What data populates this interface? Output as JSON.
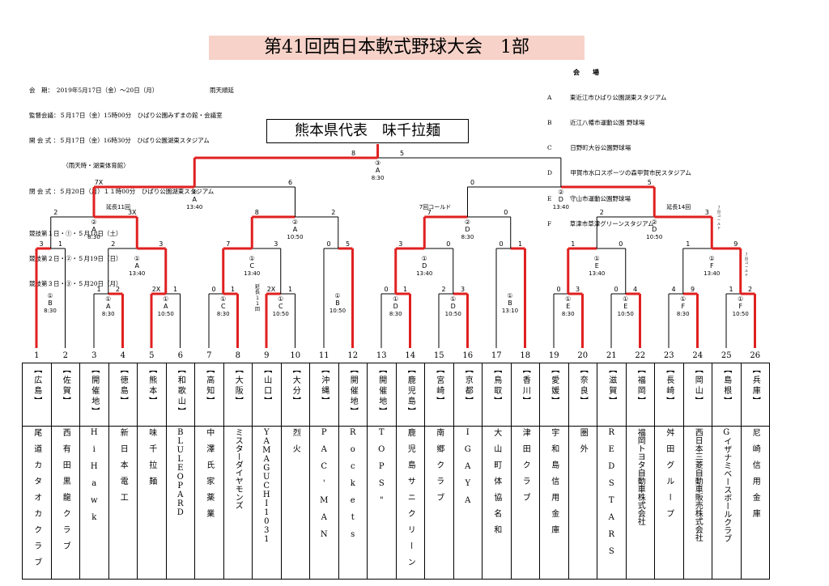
{
  "title": "第41回西日本軟式野球大会　1部",
  "info": {
    "lines": [
      "会　期：　2019年5月17日（金）～20日（月）　　　　　　　　　雨天順延",
      "監督会議：５月17日（金）15時00分　ひばり公園みずまの館・会議室",
      "開 会 式 ：５月17日（金）16時30分　ひばり公園湖東スタジアム",
      "　　　　　　（雨天時・湖東体育館）",
      "閉 会 式 ：５月20日（月）１１時00分　ひばり公園湖東スタジアム",
      "",
      "競技第１日・①・５月18日（土）",
      "競技第２日・②・５月19日（日）",
      "競技第３日・③・５月20日（月）"
    ]
  },
  "venues": {
    "header": "会　　場",
    "lines": [
      "A　　　東近江市ひばり公園湖東スタジアム",
      "B　　　近江八幡市運動公園 野球場",
      "C　　　日野町大谷公園野球場",
      "D　　　甲賀市水口スポーツの森甲賀市民スタジアム",
      "E　　　守山市運動公園野球場",
      "F　　　草津市草津グリーンスタジアム"
    ]
  },
  "champion": "熊本県代表　味千拉麺",
  "colors": {
    "winner": "#e02020",
    "line": "#000000",
    "title_bg": "#f7d2c8"
  },
  "bracket_text": {
    "final": {
      "scores": [
        "8",
        "5"
      ],
      "round": "③",
      "field": "A",
      "time": "8:30"
    },
    "sf_left": {
      "scores": [
        "7X",
        "6"
      ],
      "round": "②",
      "field": "A",
      "time": "13:40"
    },
    "sf_right": {
      "scores": [
        "0",
        "5"
      ],
      "round": "②",
      "field": "D",
      "time": "13:40"
    },
    "q1": {
      "scores": [
        "2",
        "3X"
      ],
      "note": "延長11回",
      "round": "②",
      "field": "A",
      "time": "8:30"
    },
    "q2": {
      "scores": [
        "8",
        "2"
      ],
      "round": "②",
      "field": "A",
      "time": "10:50"
    },
    "q3": {
      "scores": [
        "7",
        "0"
      ],
      "note": "7回コールド",
      "round": "②",
      "field": "D",
      "time": "8:30"
    },
    "q4": {
      "scores": [
        "2",
        "3"
      ],
      "note": "延長14回",
      "round": "②",
      "field": "D",
      "time": "10:50"
    },
    "q4_side_note": "7回コールド",
    "r2": [
      {
        "scores": [
          "3",
          "1"
        ]
      },
      {
        "scores": [
          "2",
          "3"
        ],
        "round": "①",
        "field": "A",
        "time": "13:40"
      },
      {
        "scores": [
          "7",
          "3"
        ],
        "round": "①",
        "field": "C",
        "time": "13:40"
      },
      {
        "scores": [
          "0",
          "5"
        ]
      },
      {
        "scores": [
          "3",
          "0"
        ],
        "round": "①",
        "field": "D",
        "time": "13:40"
      },
      {
        "scores": [
          "0",
          "1"
        ]
      },
      {
        "scores": [
          "1",
          "0"
        ],
        "round": "①",
        "field": "E",
        "time": "13:40"
      },
      {
        "scores": [
          "1",
          "9"
        ],
        "round": "①",
        "field": "F",
        "time": "13:40"
      }
    ],
    "r2_side_note": "7回コールド",
    "byes": [
      {
        "round": "①",
        "field": "B",
        "time": "8:30"
      },
      {
        "round": "①",
        "field": "B",
        "time": "10:50"
      },
      {
        "round": "①",
        "field": "B",
        "time": "13:10"
      }
    ],
    "r1": [
      {
        "scores": [
          "1",
          "2"
        ],
        "round": "①",
        "field": "A",
        "time": "8:30"
      },
      {
        "scores": [
          "2X",
          "1"
        ],
        "round": "①",
        "field": "A",
        "time": "10:50"
      },
      {
        "scores": [
          "0",
          "1"
        ],
        "round": "①",
        "field": "C",
        "time": "8:30"
      },
      {
        "scores": [
          "2X",
          "1"
        ],
        "round": "①",
        "field": "C",
        "time": "10:50",
        "note": "延長11回"
      },
      {
        "scores": [
          "0",
          "1"
        ],
        "round": "①",
        "field": "D",
        "time": "8:30"
      },
      {
        "scores": [
          "2",
          "3"
        ],
        "round": "①",
        "field": "D",
        "time": "10:50"
      },
      {
        "scores": [
          "0",
          "3"
        ],
        "round": "①",
        "field": "E",
        "time": "8:30"
      },
      {
        "scores": [
          "0",
          "4"
        ],
        "round": "①",
        "field": "E",
        "time": "10:50"
      },
      {
        "scores": [
          "4",
          "9"
        ],
        "round": "①",
        "field": "F",
        "time": "8:30"
      },
      {
        "scores": [
          "1",
          "2"
        ],
        "round": "①",
        "field": "F",
        "time": "10:50"
      }
    ]
  },
  "teams": [
    {
      "num": "1",
      "pref": "【広島】",
      "name": "尾道カタオカクラブ"
    },
    {
      "num": "2",
      "pref": "【佐賀】",
      "name": "西有田黒龍クラブ"
    },
    {
      "num": "3",
      "pref": "【開催地】",
      "name": "HiHawk"
    },
    {
      "num": "4",
      "pref": "【徳島】",
      "name": "新日本電工"
    },
    {
      "num": "5",
      "pref": "【熊本】",
      "name": "味千拉麺"
    },
    {
      "num": "6",
      "pref": "【和歌山】",
      "name": "BLULEOPARD"
    },
    {
      "num": "7",
      "pref": "【高知】",
      "name": "中澤氏家薬業"
    },
    {
      "num": "8",
      "pref": "【大阪】",
      "name": "ミスターダイヤモンズ"
    },
    {
      "num": "9",
      "pref": "【山口】",
      "name": "YAMAGUCHI1031"
    },
    {
      "num": "10",
      "pref": "【大分】",
      "name": "烈火"
    },
    {
      "num": "11",
      "pref": "【沖縄】",
      "name": "PAC'MAN"
    },
    {
      "num": "12",
      "pref": "【開催地】",
      "name": "Rockets"
    },
    {
      "num": "13",
      "pref": "【開催地】",
      "name": "TOPS\""
    },
    {
      "num": "14",
      "pref": "【鹿児島】",
      "name": "鹿児島サニクリーン"
    },
    {
      "num": "15",
      "pref": "【宮崎】",
      "name": "南郷クラブ"
    },
    {
      "num": "16",
      "pref": "【京都】",
      "name": "IGAYA"
    },
    {
      "num": "17",
      "pref": "【鳥取】",
      "name": "大山町体協名和"
    },
    {
      "num": "18",
      "pref": "【香川】",
      "name": "津田クラブ"
    },
    {
      "num": "19",
      "pref": "【愛媛】",
      "name": "宇和島信用金庫"
    },
    {
      "num": "20",
      "pref": "【奈良】",
      "name": "圏外"
    },
    {
      "num": "21",
      "pref": "【滋賀】",
      "name": "REDSTARS"
    },
    {
      "num": "22",
      "pref": "【福岡】",
      "name": "福岡トヨタ自動車株式会社"
    },
    {
      "num": "23",
      "pref": "【長崎】",
      "name": "舛田グループ"
    },
    {
      "num": "24",
      "pref": "【岡山】",
      "name": "西日本三菱自動車販売株式会社"
    },
    {
      "num": "25",
      "pref": "【島根】",
      "name": "Gイザナミベースボールクラブ"
    },
    {
      "num": "26",
      "pref": "【兵庫】",
      "name": "尼崎信用金庫"
    }
  ]
}
